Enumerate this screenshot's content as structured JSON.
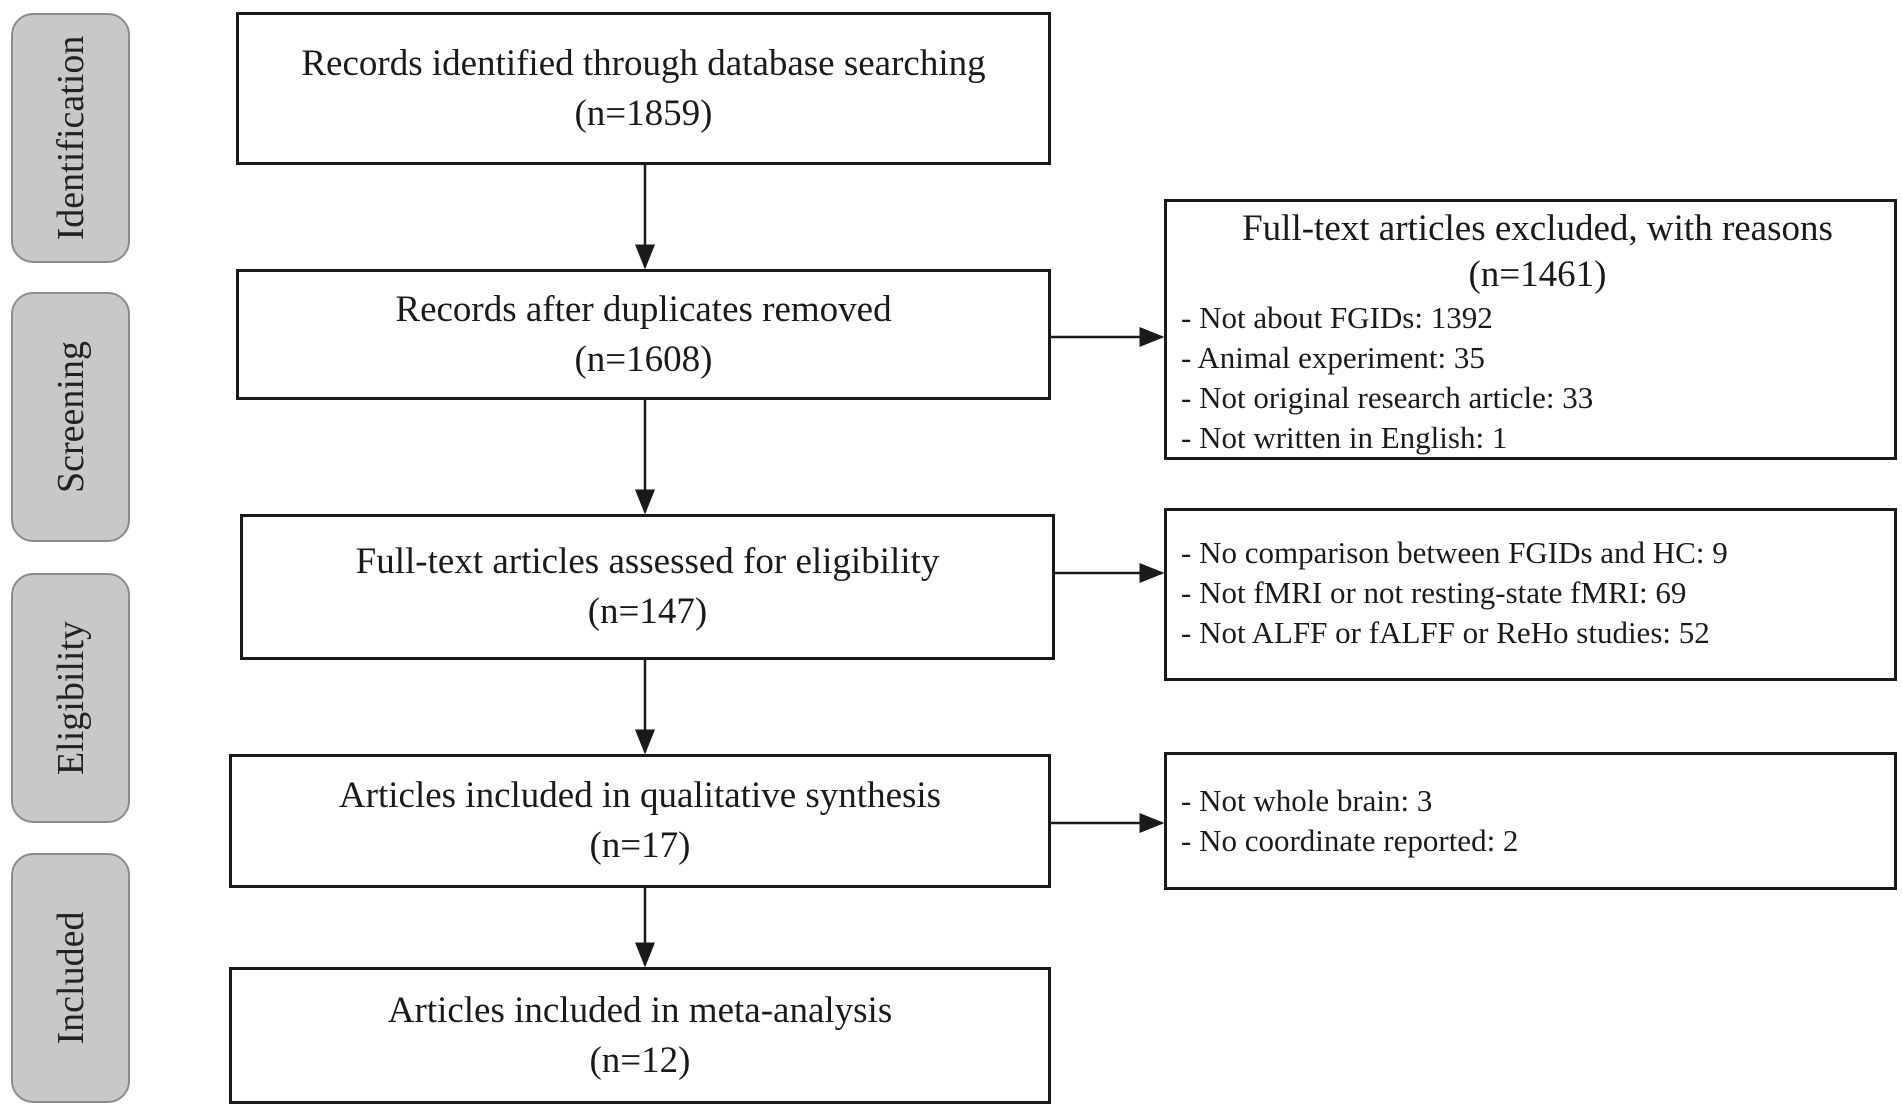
{
  "stages": {
    "identification": "Identification",
    "screening": "Screening",
    "eligibility": "Eligibility",
    "included": "Included"
  },
  "boxes": {
    "identified": {
      "title": "Records identified through database searching",
      "count": "(n=1859)"
    },
    "deduplicated": {
      "title": "Records after duplicates removed",
      "count": "(n=1608)"
    },
    "assessed": {
      "title": "Full-text articles assessed for eligibility",
      "count": "(n=147)"
    },
    "qualitative": {
      "title": "Articles included in qualitative synthesis",
      "count": "(n=17)"
    },
    "meta": {
      "title": "Articles included in meta-analysis",
      "count": "(n=12)"
    }
  },
  "exclusions": {
    "screening": {
      "title": "Full-text articles excluded, with reasons",
      "count": "(n=1461)",
      "reasons": [
        "- Not about FGIDs: 1392",
        "- Animal  experiment:  35",
        "- Not original research article: 33",
        "- Not written in English:  1"
      ]
    },
    "eligibility": {
      "reasons": [
        "- No comparison between FGIDs and HC: 9",
        "- Not fMRI or not resting-state  fMRI: 69",
        "- Not ALFF  or fALFF  or ReHo studies: 52"
      ]
    },
    "qualitative": {
      "reasons": [
        "- Not whole brain: 3",
        "- No coordinate reported:  2"
      ]
    }
  }
}
